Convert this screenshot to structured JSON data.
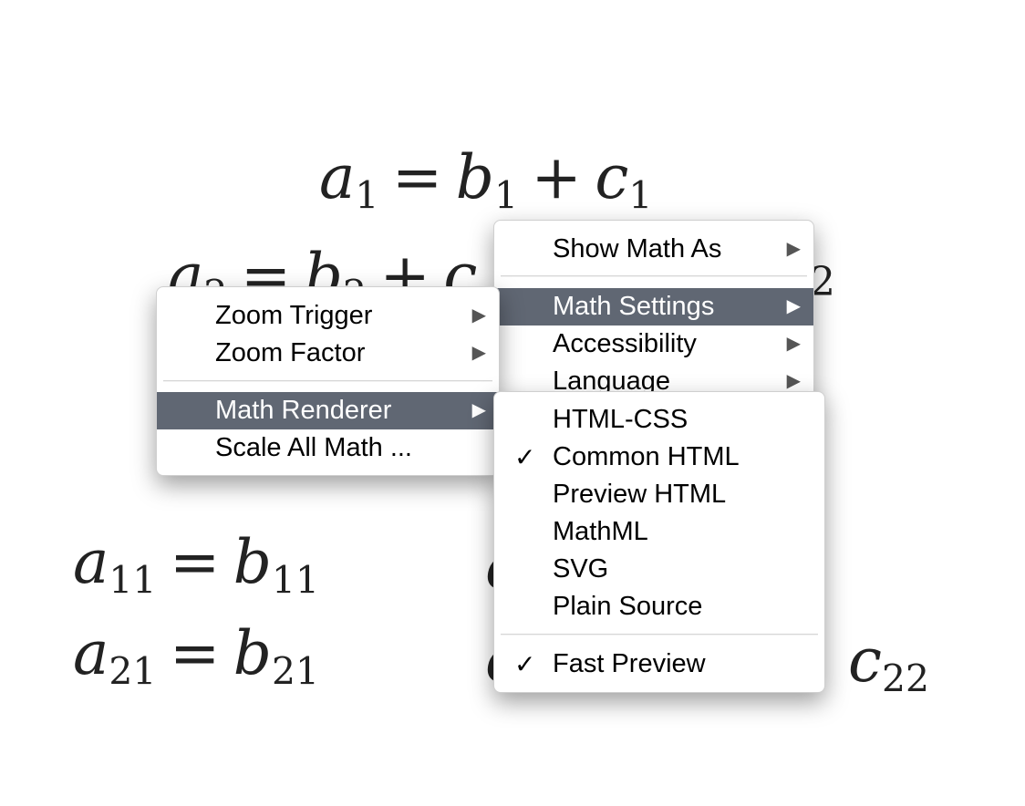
{
  "equations": {
    "row1": {
      "a": "a",
      "a_sub": "1",
      "eq": "=",
      "b": "b",
      "b_sub": "1",
      "plus": "+",
      "c": "c",
      "c_sub": "1"
    },
    "row2": {
      "a": "a",
      "a_sub": "2",
      "eq": "=",
      "b": "b",
      "b_sub": "2",
      "plus": "+",
      "c": "c",
      "c_sub": "2"
    },
    "row11": {
      "a": "a",
      "a_sub": "11",
      "eq": "=",
      "b": "b",
      "b_sub": "11",
      "c": "c"
    },
    "row21": {
      "a": "a",
      "a_sub": "21",
      "eq": "=",
      "b": "b",
      "b_sub": "21",
      "c": "c",
      "c_sub": "22"
    }
  },
  "main_menu": {
    "show_math_as": "Show Math As",
    "math_settings": "Math Settings",
    "accessibility": "Accessibility",
    "language": "Language"
  },
  "settings_menu": {
    "zoom_trigger": "Zoom Trigger",
    "zoom_factor": "Zoom Factor",
    "math_renderer": "Math Renderer",
    "scale_all_math": "Scale All Math ..."
  },
  "renderer_menu": {
    "items": [
      "HTML-CSS",
      "Common HTML",
      "Preview HTML",
      "MathML",
      "SVG",
      "Plain Source"
    ],
    "selected": "Common HTML",
    "fast_preview": "Fast Preview",
    "fast_preview_checked": true
  },
  "glyphs": {
    "arrow": "▶",
    "check": "✓"
  },
  "colors": {
    "highlight": "#606773",
    "text": "#000000",
    "math": "#222222"
  }
}
